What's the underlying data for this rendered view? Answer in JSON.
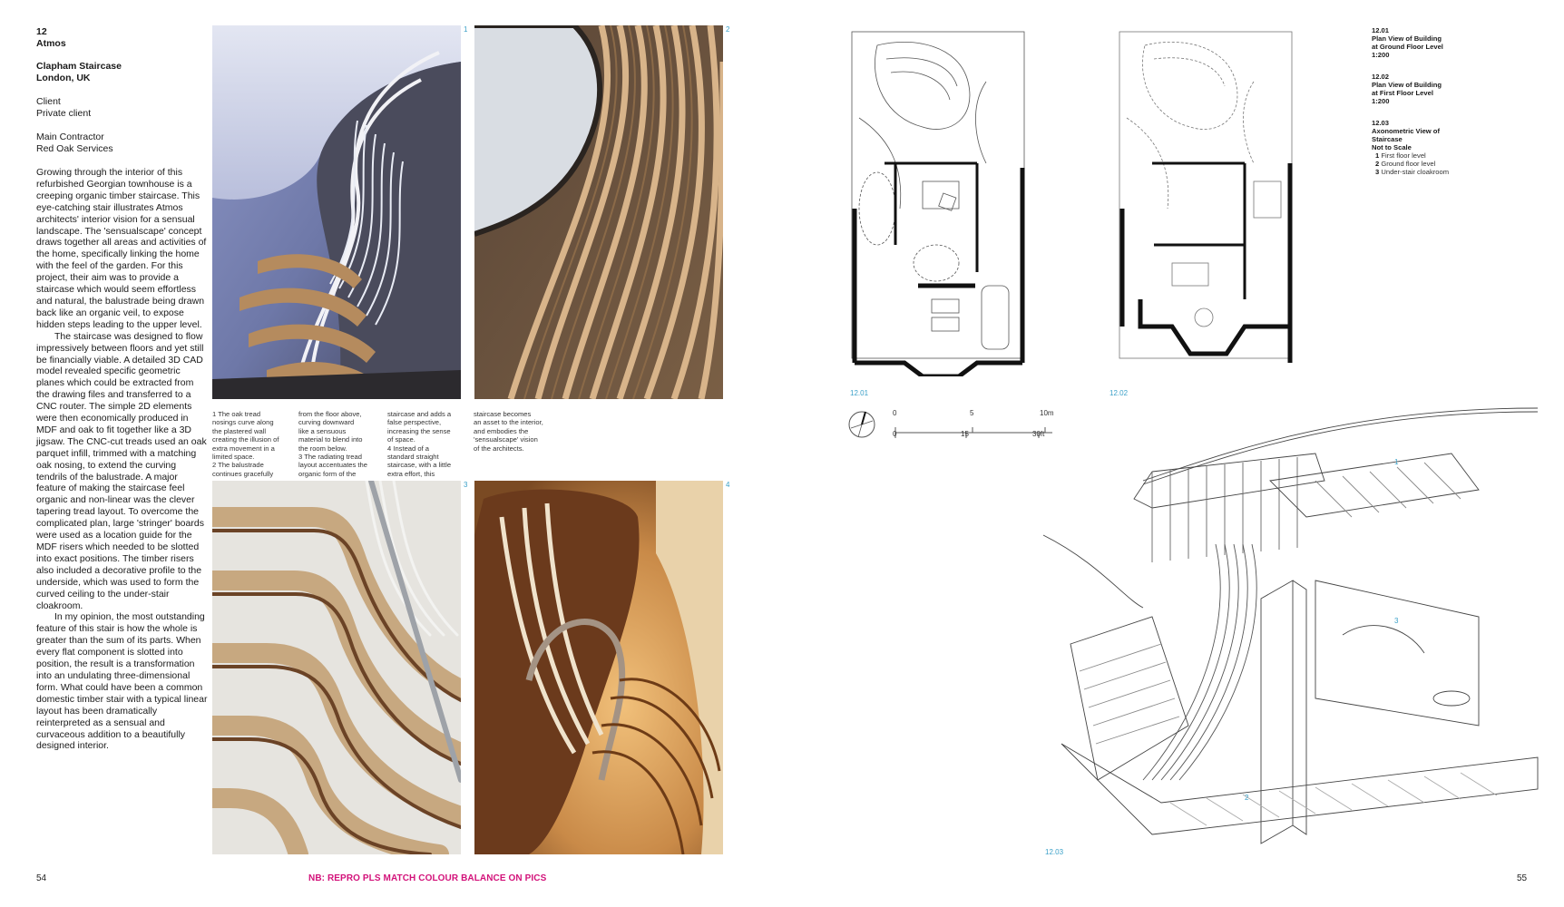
{
  "left_page": {
    "number": "54",
    "entry_number": "12",
    "architect": "Atmos",
    "project_title": "Clapham Staircase",
    "location": "London, UK",
    "client_label": "Client",
    "client_value": "Private client",
    "contractor_label": "Main Contractor",
    "contractor_value": "Red Oak Services",
    "body_paragraphs": [
      "Growing through the interior of this refurbished Georgian townhouse is a creeping organic timber staircase. This eye-catching stair illustrates Atmos architects' interior vision for a sensual landscape. The 'sensualscape' concept draws together all areas and activities of the home, specifically linking the home with the feel of the garden. For this project, their aim was to provide a staircase which would seem effortless and natural, the balustrade being drawn back like an organic veil, to expose hidden steps leading to the upper level.",
      "The staircase was designed to flow impressively between floors and yet still be financially viable. A detailed 3D CAD model revealed specific geometric planes which could be extracted from the drawing files and transferred to a CNC router. The simple 2D elements were then economically produced in MDF and oak to fit together like a 3D jigsaw. The CNC-cut treads used an oak parquet infill, trimmed with a matching oak nosing, to extend the curving tendrils of the balustrade. A major feature of making the staircase feel organic and non-linear was the clever tapering tread layout. To overcome the complicated plan, large 'stringer' boards were used as a location guide for the MDF risers which needed to be slotted into exact positions. The timber risers also included a decorative profile to the underside, which was used to form the curved ceiling to the under-stair cloakroom.",
      "In my opinion, the most outstanding feature of this stair is how the whole is greater than the sum of its parts. When every flat component is slotted into position, the result is a transformation into an undulating three-dimensional form. What could have been a common domestic timber stair with a typical linear layout has been dramatically reinterpreted as a sensual and curvaceous addition to a beautifully designed interior."
    ],
    "photos": [
      {
        "number": "1",
        "alt": "Spiral staircase with white curving balustrade viewed from below"
      },
      {
        "number": "2",
        "alt": "Close-up of curved timber balustrade ribs"
      },
      {
        "number": "3",
        "alt": "Tapering oak treads with walnut nosings"
      },
      {
        "number": "4",
        "alt": "Warm-lit staircase viewed from above with radiating treads"
      }
    ],
    "captions": [
      {
        "num": "1",
        "text": "The oak tread nosings curve along the plastered wall creating the illusion of extra movement in a limited space."
      },
      {
        "num": "2",
        "text": "The balustrade continues gracefully from the floor above, curving downward like a sensuous material to blend into the room below."
      },
      {
        "num": "3",
        "text": "The radiating tread layout accentuates the organic form of the staircase and adds a false perspective, increasing the sense of space."
      },
      {
        "num": "4",
        "text": "Instead of a standard straight staircase, with a little extra effort, this staircase becomes an asset to the interior, and embodies the 'sensualscape' vision of the architects."
      }
    ],
    "caption_columns": [
      "1 The oak tread\nnosings curve along\nthe plastered wall\ncreating the illusion of\nextra movement in a\nlimited space.\n2 The balustrade\ncontinues gracefully",
      "from the floor above,\ncurving downward\nlike a sensuous\nmaterial to blend into\nthe room below.\n3 The radiating tread\nlayout accentuates the\norganic form of the",
      "staircase and adds a\nfalse perspective,\nincreasing the sense\nof space.\n4 Instead of a\nstandard straight\nstaircase, with a little\nextra effort, this",
      "staircase becomes\nan asset to the interior,\nand embodies the\n'sensualscape' vision\nof the architects."
    ],
    "print_note": "NB: REPRO PLS MATCH COLOUR BALANCE ON PICS"
  },
  "right_page": {
    "number": "55",
    "figures": [
      {
        "id": "12.01",
        "title": "Plan View of Building at Ground Floor Level",
        "title_lines": [
          "Plan View of Building",
          "at Ground Floor Level"
        ],
        "scale": "1:200"
      },
      {
        "id": "12.02",
        "title": "Plan View of Building at First Floor Level",
        "title_lines": [
          "Plan View of Building",
          "at First Floor Level"
        ],
        "scale": "1:200"
      },
      {
        "id": "12.03",
        "title": "Axonometric View of Staircase",
        "title_lines": [
          "Axonometric View of",
          "Staircase"
        ],
        "scale": "Not to Scale",
        "legend": [
          {
            "num": "1",
            "text": "First floor level"
          },
          {
            "num": "2",
            "text": "Ground floor level"
          },
          {
            "num": "3",
            "text": "Under-stair cloakroom"
          }
        ]
      }
    ],
    "scale_bar": {
      "metric_ticks": [
        "0",
        "5",
        "10m"
      ],
      "imperial_ticks": [
        "0",
        "15",
        "30ft"
      ]
    },
    "axo_callouts": [
      "1",
      "2",
      "3"
    ]
  },
  "colors": {
    "figure_label": "#3aa0c8",
    "print_note": "#d3127a",
    "text": "#1a1a1a"
  }
}
